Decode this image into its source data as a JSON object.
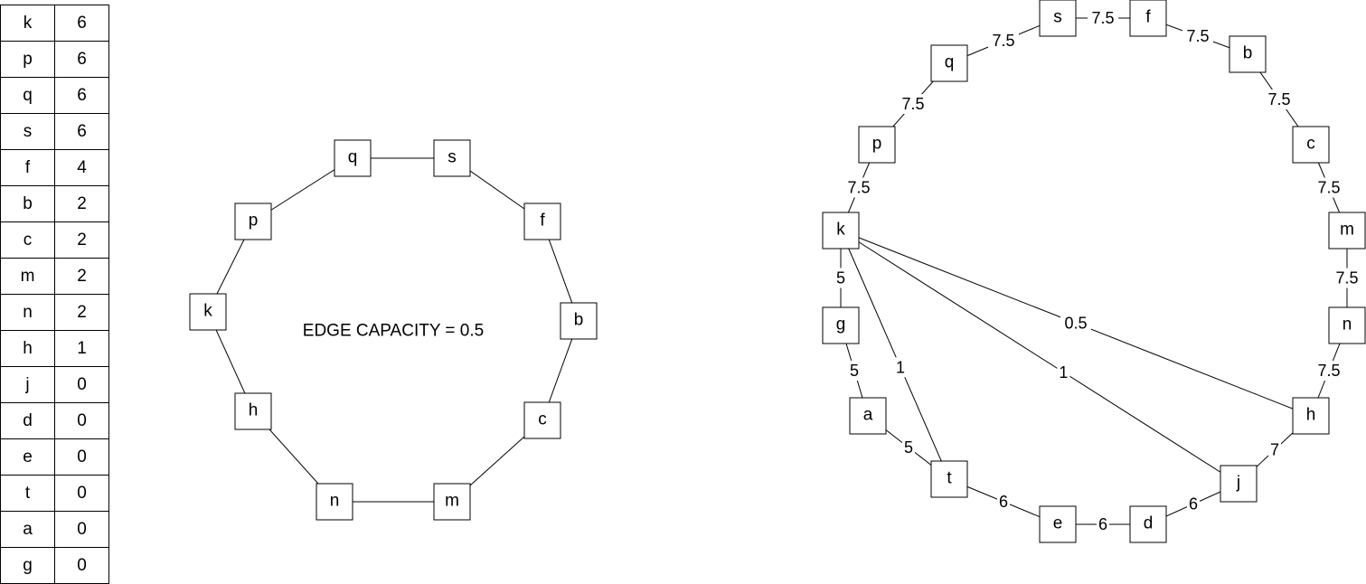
{
  "score_table": {
    "rows": [
      {
        "node": "k",
        "value": "6"
      },
      {
        "node": "p",
        "value": "6"
      },
      {
        "node": "q",
        "value": "6"
      },
      {
        "node": "s",
        "value": "6"
      },
      {
        "node": "f",
        "value": "4"
      },
      {
        "node": "b",
        "value": "2"
      },
      {
        "node": "c",
        "value": "2"
      },
      {
        "node": "m",
        "value": "2"
      },
      {
        "node": "n",
        "value": "2"
      },
      {
        "node": "h",
        "value": "1"
      },
      {
        "node": "j",
        "value": "0"
      },
      {
        "node": "d",
        "value": "0"
      },
      {
        "node": "e",
        "value": "0"
      },
      {
        "node": "t",
        "value": "0"
      },
      {
        "node": "a",
        "value": "0"
      },
      {
        "node": "g",
        "value": "0"
      }
    ]
  },
  "ring_graph": {
    "caption": "EDGE CAPACITY = 0.5",
    "nodes": [
      "q",
      "s",
      "f",
      "b",
      "c",
      "m",
      "n",
      "h",
      "k",
      "p"
    ],
    "edges": [
      {
        "from": "q",
        "to": "s"
      },
      {
        "from": "s",
        "to": "f"
      },
      {
        "from": "f",
        "to": "b"
      },
      {
        "from": "b",
        "to": "c"
      },
      {
        "from": "c",
        "to": "m"
      },
      {
        "from": "m",
        "to": "n"
      },
      {
        "from": "n",
        "to": "h"
      },
      {
        "from": "h",
        "to": "k"
      },
      {
        "from": "k",
        "to": "p"
      },
      {
        "from": "p",
        "to": "q"
      }
    ]
  },
  "flow_graph": {
    "nodes": [
      "s",
      "f",
      "q",
      "b",
      "p",
      "c",
      "k",
      "m",
      "g",
      "n",
      "a",
      "h",
      "t",
      "j",
      "e",
      "d"
    ],
    "edges": [
      {
        "from": "q",
        "to": "s",
        "label": "7.5"
      },
      {
        "from": "s",
        "to": "f",
        "label": "7.5"
      },
      {
        "from": "f",
        "to": "b",
        "label": "7.5"
      },
      {
        "from": "b",
        "to": "c",
        "label": "7.5"
      },
      {
        "from": "c",
        "to": "m",
        "label": "7.5"
      },
      {
        "from": "m",
        "to": "n",
        "label": "7.5"
      },
      {
        "from": "n",
        "to": "h",
        "label": "7.5"
      },
      {
        "from": "p",
        "to": "q",
        "label": "7.5"
      },
      {
        "from": "k",
        "to": "p",
        "label": "7.5"
      },
      {
        "from": "k",
        "to": "g",
        "label": "5"
      },
      {
        "from": "g",
        "to": "a",
        "label": "5"
      },
      {
        "from": "a",
        "to": "t",
        "label": "5"
      },
      {
        "from": "k",
        "to": "t",
        "label": "1"
      },
      {
        "from": "k",
        "to": "j",
        "label": "1"
      },
      {
        "from": "k",
        "to": "h",
        "label": "0.5"
      },
      {
        "from": "t",
        "to": "e",
        "label": "6"
      },
      {
        "from": "e",
        "to": "d",
        "label": "6"
      },
      {
        "from": "d",
        "to": "j",
        "label": "6"
      },
      {
        "from": "j",
        "to": "h",
        "label": "7"
      }
    ]
  }
}
